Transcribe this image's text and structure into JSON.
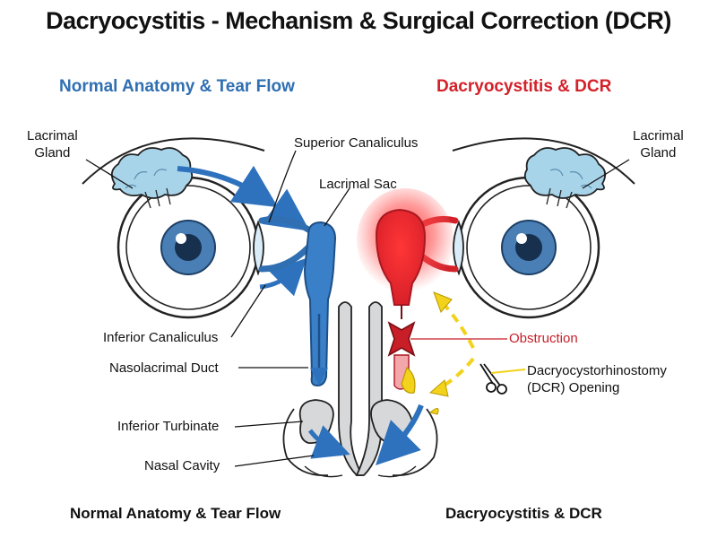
{
  "title": "Dacryocystitis - Mechanism & Surgical Correction (DCR)",
  "subtitles": {
    "left": "Normal Anatomy & Tear Flow",
    "right": "Dacryocystitis & DCR"
  },
  "footers": {
    "left": "Normal Anatomy & Tear Flow",
    "right": "Dacryocystitis & DCR"
  },
  "labels": {
    "lacrimal_gland_left": "Lacrimal\nGland",
    "lacrimal_gland_right": "Lacrimal\nGland",
    "superior_canaliculus": "Superior Canaliculus",
    "lacrimal_sac": "Lacrimal Sac",
    "inferior_canaliculus": "Inferior Canaliculus",
    "nasolacrimal_duct": "Nasolacrimal Duct",
    "inferior_turbinate": "Inferior Turbinate",
    "nasal_cavity": "Nasal Cavity",
    "obstruction": "Obstruction",
    "dcr_opening": "Dacryocystorhinostomy\n(DCR) Opening"
  },
  "colors": {
    "normal_blue": "#3a80c8",
    "title_blue": "#2f6fb2",
    "inflamed_red": "#e0262f",
    "title_red": "#d3212a",
    "dcr_yellow": "#f2d21b",
    "gland_blue": "#a8d4ea",
    "nasal_gray": "#d6d8da",
    "iris_blue": "#4a7fb5"
  },
  "icons": {
    "dcr_tool": "scissors-icon"
  }
}
